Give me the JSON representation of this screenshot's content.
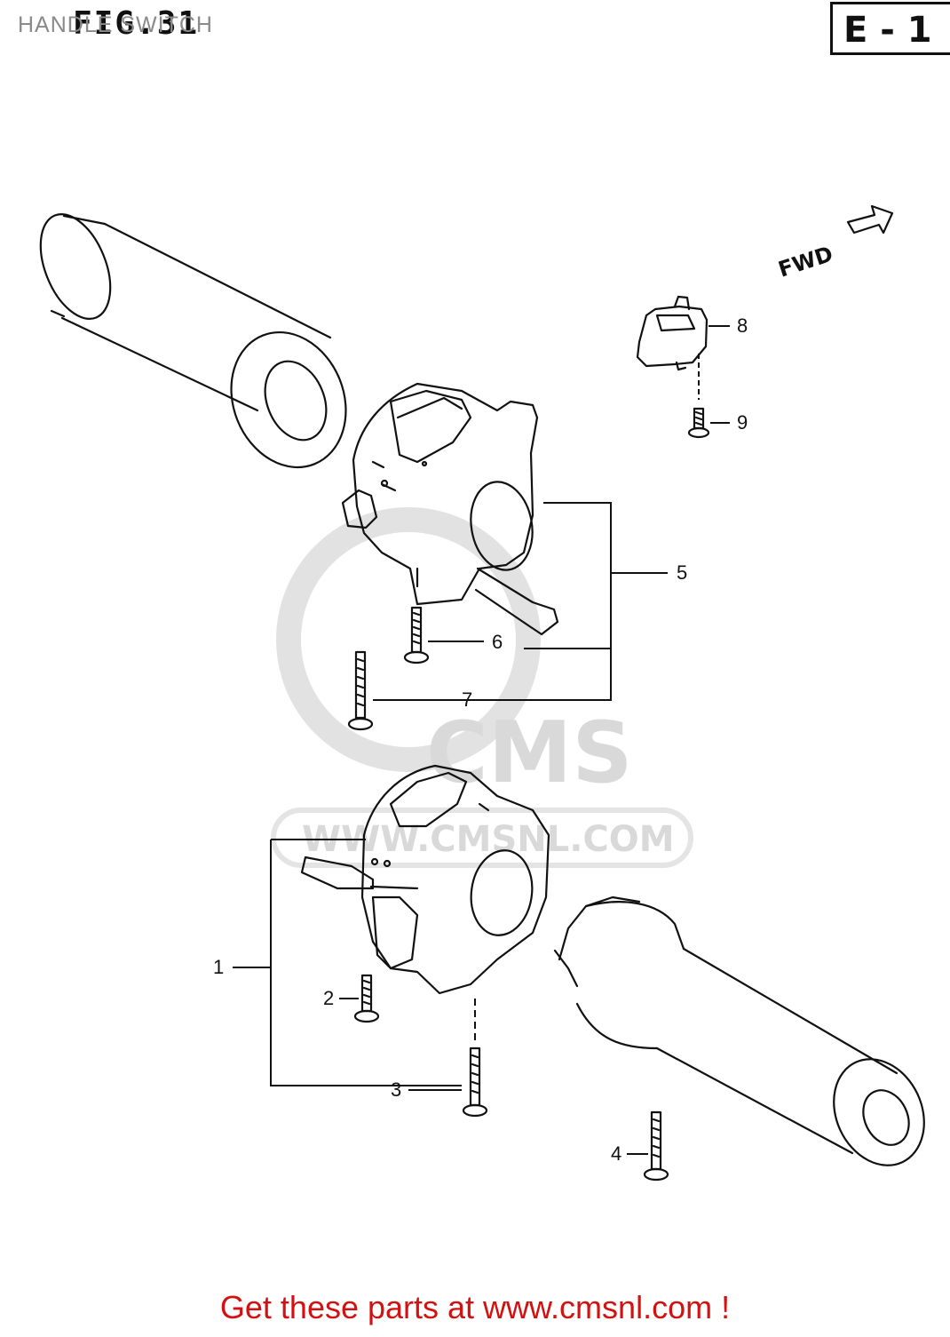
{
  "header": {
    "title": "HANDLE SWITCH",
    "figure_label": "FIG.31",
    "section_code": "E - 1"
  },
  "diagram": {
    "direction_label": "FWD",
    "callouts": [
      "1",
      "2",
      "3",
      "4",
      "5",
      "6",
      "7",
      "8",
      "9"
    ]
  },
  "watermark": {
    "logo_text": "CMS",
    "url_text": "WWW.CMSNL.COM"
  },
  "footer": {
    "cta": "Get these parts at www.cmsnl.com !"
  },
  "colors": {
    "footer_text": "#d21111",
    "line_art": "#111111",
    "watermark": "#d9d9d9"
  }
}
